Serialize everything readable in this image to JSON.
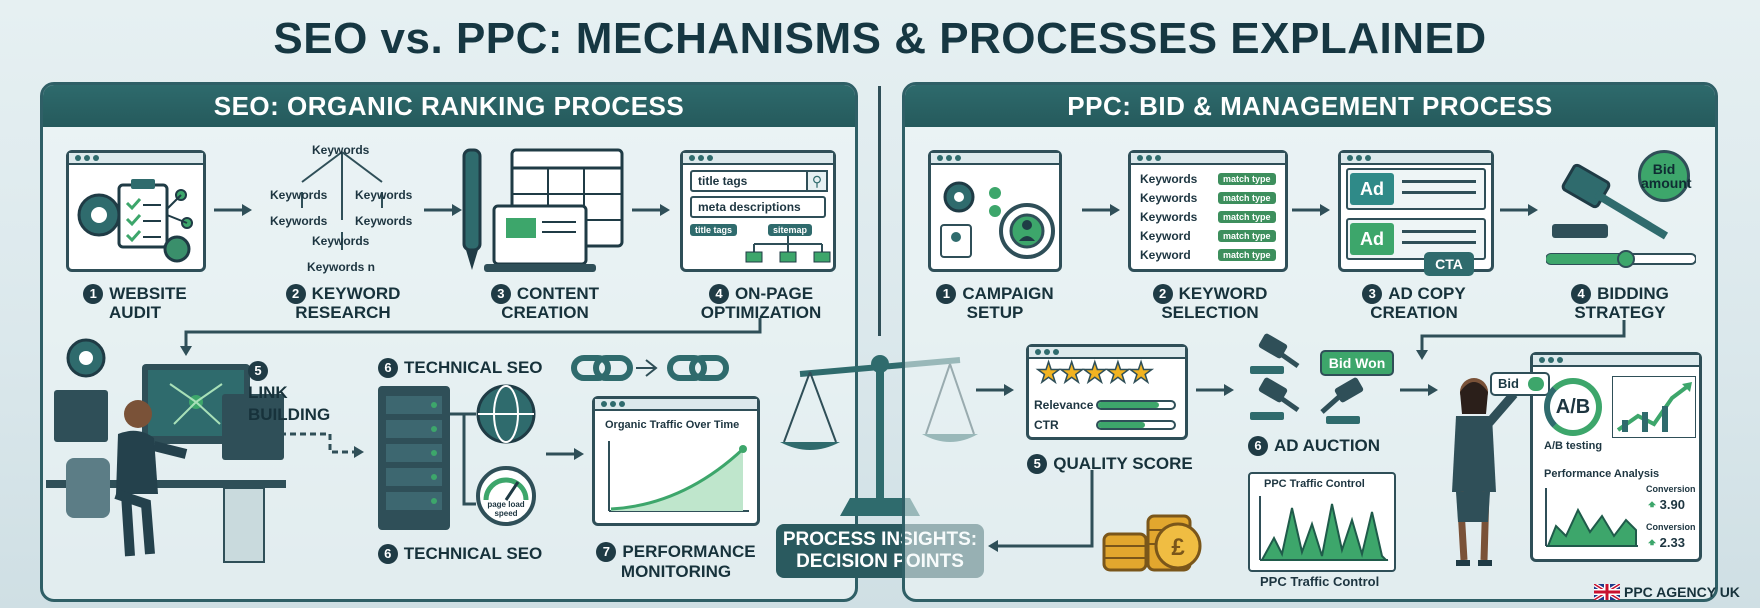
{
  "title": "SEO vs. PPC: MECHANISMS & PROCESSES EXPLAINED",
  "seo": {
    "header": "SEO: ORGANIC RANKING PROCESS",
    "steps": [
      {
        "num": "1",
        "label": "WEBSITE AUDIT"
      },
      {
        "num": "2",
        "label": "KEYWORD RESEARCH"
      },
      {
        "num": "3",
        "label": "CONTENT CREATION"
      },
      {
        "num": "4",
        "label": "ON-PAGE OPTIMIZATION"
      },
      {
        "num": "5",
        "label": "LINK BUILDING"
      },
      {
        "num": "6",
        "label": "TECHNICAL SEO"
      },
      {
        "num": "7",
        "label": "PERFORMANCE MONITORING"
      }
    ],
    "keywords": [
      "Keywords",
      "Keywords",
      "Keywords",
      "Keywords",
      "Keywords",
      "Keywords",
      "Keywords n"
    ],
    "onpage": {
      "field1": "title tags",
      "field2": "meta descriptions",
      "node1": "title tags",
      "node2": "sitemap"
    },
    "technical_top": "TECHNICAL SEO",
    "speed_label": "page load speed",
    "chart_title": "Organic Traffic Over Time"
  },
  "ppc": {
    "header": "PPC: BID & MANAGEMENT PROCESS",
    "steps": [
      {
        "num": "1",
        "label": "CAMPAIGN SETUP"
      },
      {
        "num": "2",
        "label": "KEYWORD SELECTION"
      },
      {
        "num": "3",
        "label": "AD COPY CREATION"
      },
      {
        "num": "4",
        "label": "BIDDING STRATEGY"
      },
      {
        "num": "5",
        "label": "QUALITY SCORE"
      },
      {
        "num": "6",
        "label": "AD AUCTION"
      }
    ],
    "keywords": [
      "Keywords",
      "Keywords",
      "Keywords",
      "Keyword",
      "Keyword"
    ],
    "match_type": "match type",
    "ad_label": "Ad",
    "cta": "CTA",
    "bid_amount": "Bid amount",
    "quality": {
      "relevance": "Relevance",
      "ctr": "CTR"
    },
    "bid_won": "Bid Won",
    "traffic_title": "PPC Traffic Control",
    "traffic_caption": "PPC Traffic Control",
    "bid_button": "Bid",
    "ab": "A/B",
    "ab_label": "A/B testing",
    "perf_title": "Performance Analysis",
    "conv1_label": "Conversion",
    "conv1_value": "3.90",
    "conv2_label": "Conversion",
    "conv2_value": "2.33"
  },
  "insights": "PROCESS INSIGHTS: DECISION POINTS",
  "brand": "PPC AGENCY UK",
  "colors": {
    "teal": "#2e6a6c",
    "dark": "#1f3b45",
    "green": "#3da66b",
    "gold": "#e2a72e"
  }
}
